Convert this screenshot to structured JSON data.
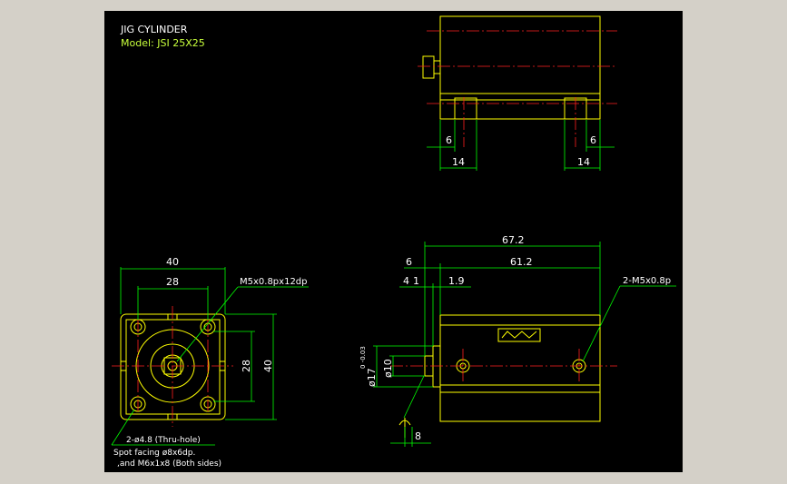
{
  "title": "JIG CYLINDER",
  "model": "Model: JSI 25X25",
  "colors": {
    "background": "#000000",
    "outline": "#ffff00",
    "dimension": "#00ff00",
    "centerline": "#ff2020",
    "text": "#ffffff"
  },
  "top_view": {
    "dim_left_6": "6",
    "dim_right_6": "6",
    "dim_left_14": "14",
    "dim_right_14": "14"
  },
  "front_view": {
    "dim_width_40": "40",
    "dim_width_28": "28",
    "dim_height_40": "40",
    "dim_height_28": "28",
    "thread_note": "M5x0.8px12dp",
    "hole_note_1": "2-ø4.8 (Thru-hole)",
    "hole_note_2": "Spot facing ø8x6dp.",
    "hole_note_3": ",and M6x1x8 (Both sides)"
  },
  "side_view": {
    "dim_overall": "67.2",
    "dim_body": "61.2",
    "dim_6": "6",
    "dim_4": "4",
    "dim_1": "1",
    "dim_1_9": "1.9",
    "port_note": "2-M5x0.8p",
    "dim_dia_17": "ø17",
    "dim_dia_17_tol": "0 -0.03",
    "dim_dia_10": "ø10",
    "dim_8": "8"
  }
}
